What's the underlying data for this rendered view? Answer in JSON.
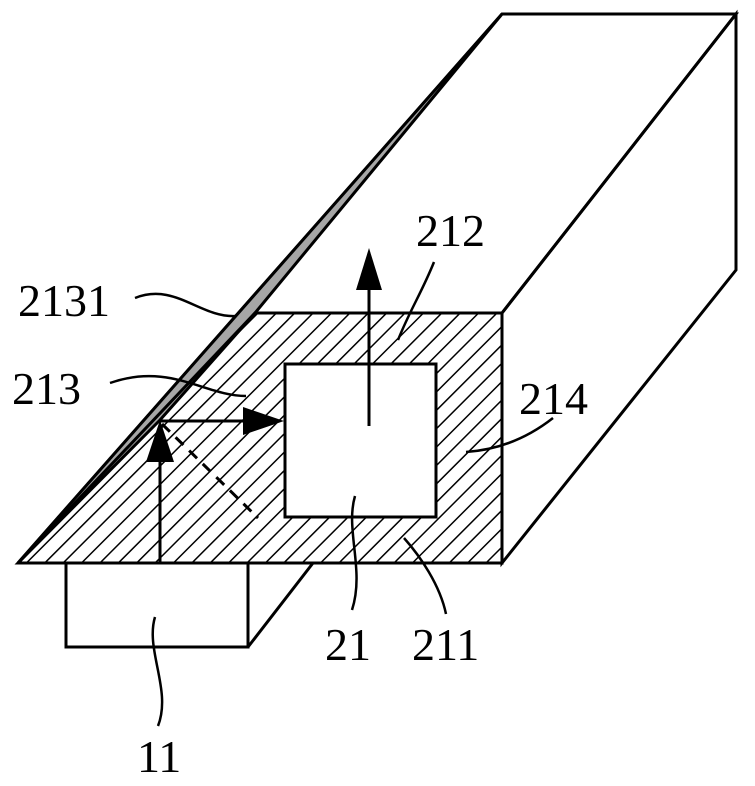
{
  "figure": {
    "labels": {
      "l2131": "2131",
      "l212": "212",
      "l213": "213",
      "l214": "214",
      "l21": "21",
      "l211": "211",
      "l11": "11"
    },
    "colors": {
      "line": "#000000",
      "hatch": "#000000",
      "side_wall_fill": "#a6a6a6",
      "background": "#ffffff"
    }
  }
}
